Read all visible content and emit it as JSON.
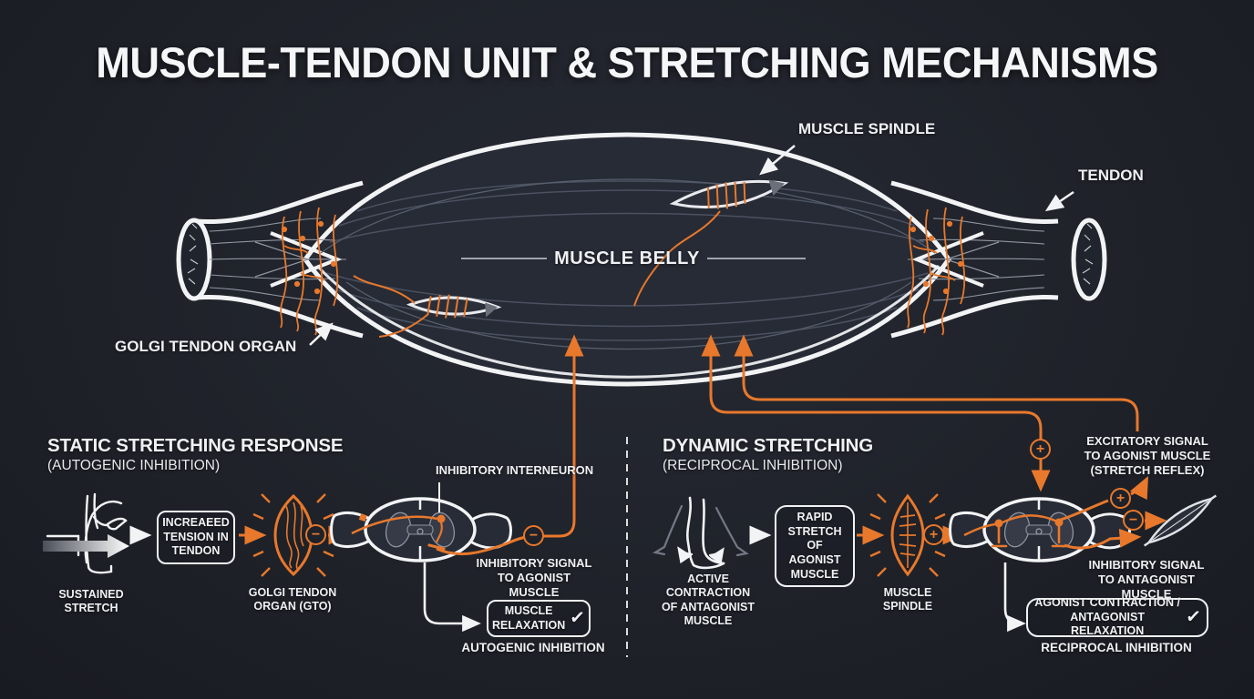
{
  "title": "MUSCLE-TENDON UNIT & STRETCHING MECHANISMS",
  "colors": {
    "background": "#1e222a",
    "accent_orange": "#e8782c",
    "line_white": "#f2f3f5"
  },
  "anatomy": {
    "muscle_spindle": "MUSCLE SPINDLE",
    "tendon": "TENDON",
    "muscle_belly": "MUSCLE BELLY",
    "golgi_tendon_organ": "GOLGI TENDON ORGAN"
  },
  "static_panel": {
    "heading": "STATIC STRETCHING RESPONSE",
    "subheading": "(AUTOGENIC INHIBITION)",
    "sustained_stretch_caption": "SUSTAINED STRETCH",
    "tension_box": "INCREAEED TENSION IN TENDON",
    "gto_caption": "GOLGI TENDON ORGAN (GTO)",
    "interneuron_label": "INHIBITORY INTERNEURON",
    "inhibitory_signal_label": "INHIBITORY SIGNAL TO AGONIST MUSCLE",
    "relaxation_box": "MUSCLE RELAXATION",
    "result_caption": "AUTOGENIC INHIBITION"
  },
  "dynamic_panel": {
    "heading": "DYNAMIC STRETCHING",
    "subheading": "(RECIPROCAL INHIBITION)",
    "active_contraction_caption": "ACTIVE CONTRACTION OF ANTAGONIST MUSCLE",
    "rapid_stretch_box": "RAPID STRETCH OF AGONIST MUSCLE",
    "spindle_caption": "MUSCLE SPINDLE",
    "excitatory_signal_label": "EXCITATORY SIGNAL TO AGONIST MUSCLE (STRETCH REFLEX)",
    "inhibitory_signal_label": "INHIBITORY SIGNAL TO ANTAGONIST MUSCLE",
    "result_box": "AGONIST CONTRACTION / ANTAGONIST RELAXATION",
    "result_caption": "RECIPROCAL INHIBITION"
  },
  "symbols": {
    "plus": "+",
    "minus": "−",
    "check": "✓"
  }
}
